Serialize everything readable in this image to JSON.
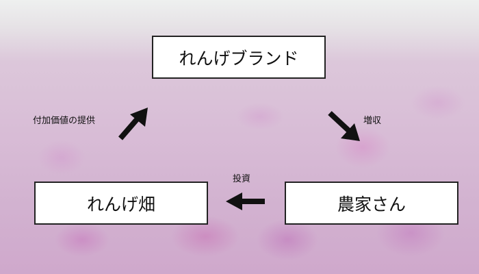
{
  "nodes": {
    "brand": "れんげブランド",
    "field": "れんげ畑",
    "farmer": "農家さん"
  },
  "edges": {
    "added_value": "付加価値の提供",
    "income_increase": "増収",
    "investment": "投資"
  }
}
